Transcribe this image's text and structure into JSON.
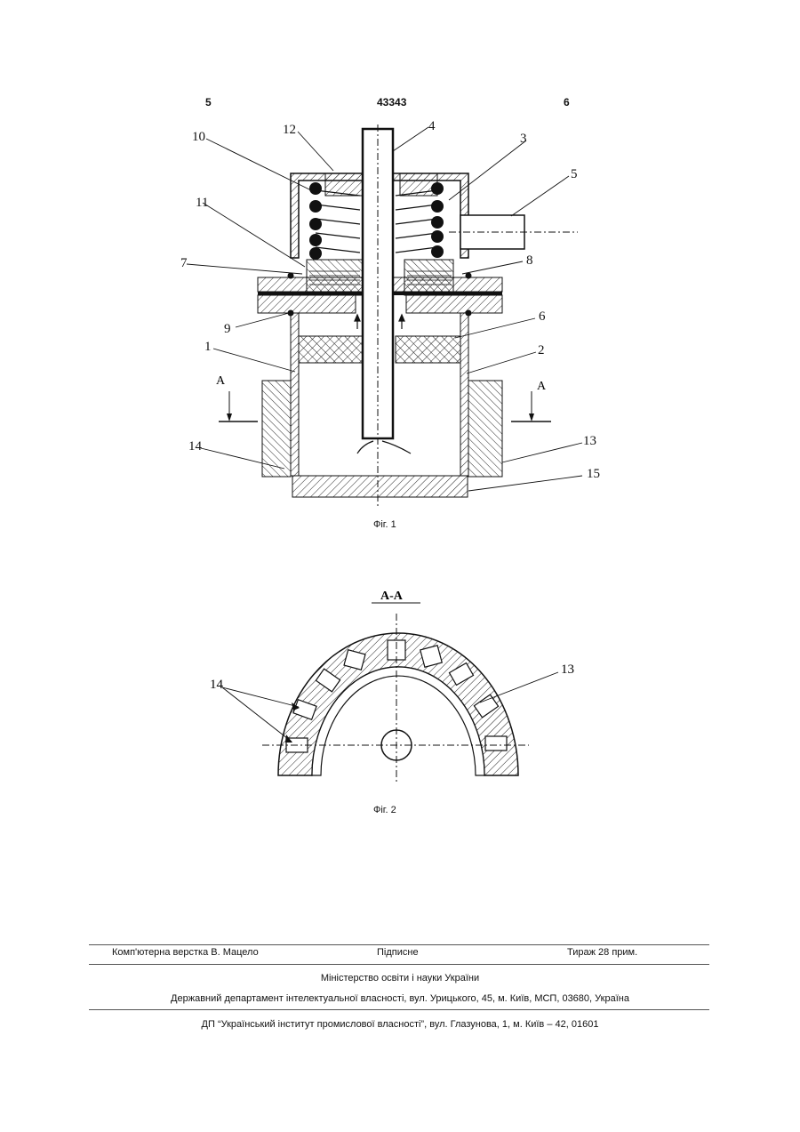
{
  "header": {
    "left_page": "5",
    "patent_number": "43343",
    "right_page": "6"
  },
  "figure1": {
    "caption": "Фіг. 1",
    "labels": [
      "1",
      "2",
      "3",
      "4",
      "5",
      "6",
      "7",
      "8",
      "9",
      "10",
      "11",
      "12",
      "13",
      "14",
      "15"
    ],
    "section_mark": "A"
  },
  "figure2": {
    "caption": "Фіг. 2",
    "section_title": "А-А",
    "labels": [
      "14",
      "13"
    ]
  },
  "footer": {
    "typesetting": "Комп'ютерна верстка В. Мацело",
    "signed": "Підписне",
    "circulation": "Тираж 28 прим.",
    "ministry": "Міністерство освіти і науки України",
    "department": "Державний департамент інтелектуальної власності, вул. Урицького, 45, м. Київ, МСП, 03680, Україна",
    "institute": "ДП “Український інститут промислової власності”, вул. Глазунова, 1, м. Київ – 42, 01601"
  }
}
